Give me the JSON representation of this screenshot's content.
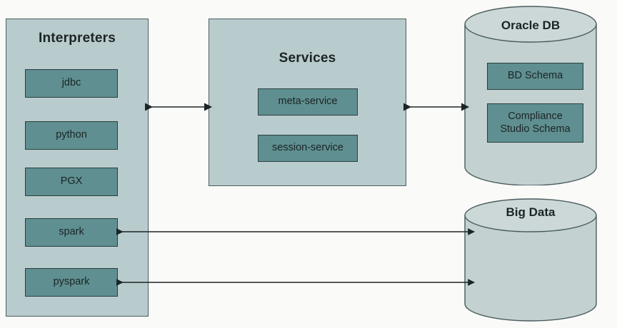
{
  "diagram": {
    "background_color": "#fafaf8",
    "panel_color": "#b9cccd",
    "box_color": "#5f8f90",
    "border_color": "#2d3e40",
    "text_color": "#1c2426"
  },
  "interpreters": {
    "title": "Interpreters",
    "items": [
      {
        "label": "jdbc"
      },
      {
        "label": "python"
      },
      {
        "label": "PGX"
      },
      {
        "label": "spark"
      },
      {
        "label": "pyspark"
      }
    ]
  },
  "services": {
    "title": "Services",
    "items": [
      {
        "label": "meta-service"
      },
      {
        "label": "session-service"
      }
    ]
  },
  "oracle_db": {
    "title": "Oracle DB",
    "schemas": [
      {
        "label": "BD Schema"
      },
      {
        "label": "Compliance\nStudio Schema"
      }
    ]
  },
  "big_data": {
    "title": "Big Data"
  },
  "connections": [
    {
      "name": "interpreters-services",
      "from": "Interpreters",
      "to": "Services",
      "direction": "bidirectional"
    },
    {
      "name": "services-oracle-db",
      "from": "Services",
      "to": "Oracle DB",
      "direction": "bidirectional"
    },
    {
      "name": "spark-big-data",
      "from": "spark",
      "to": "Big Data",
      "direction": "bidirectional"
    },
    {
      "name": "pyspark-big-data",
      "from": "pyspark",
      "to": "Big Data",
      "direction": "bidirectional"
    }
  ]
}
